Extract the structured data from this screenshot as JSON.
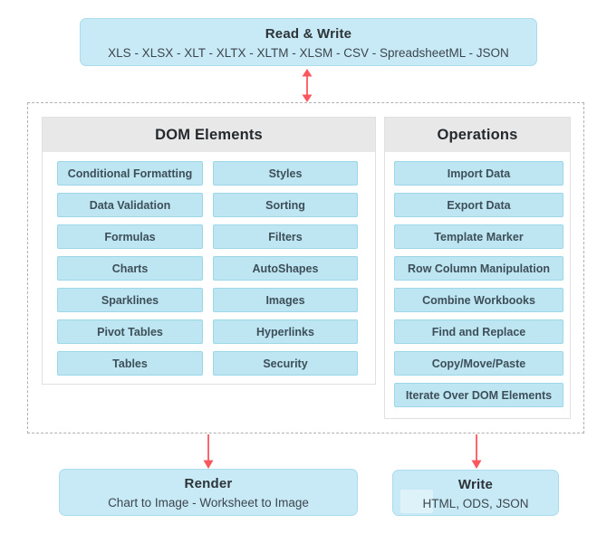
{
  "colors": {
    "box_fill": "#c8eaf6",
    "box_border": "#a9dcee",
    "item_fill": "#bee5f2",
    "item_border": "#9cd6e9",
    "panel_bg": "#ffffff",
    "panel_border": "#e0e0e0",
    "panel_header_bg": "#e8e8e8",
    "dashed_border": "#b0b0b0",
    "arrow": "#f9575e",
    "heading_text": "#2d3439",
    "item_text": "#3d4f59",
    "subtitle_text": "#3c464d"
  },
  "icons": {
    "read_write_link": "double-headed-vertical-arrow",
    "render_link": "down-arrow",
    "write_link": "down-arrow"
  },
  "top_box": {
    "title": "Read & Write",
    "formats": "XLS - XLSX - XLT - XLTX - XLTM - XLSM - CSV -  SpreadsheetML - JSON"
  },
  "dom_panel": {
    "title": "DOM Elements",
    "left_items": [
      "Conditional Formatting",
      "Data Validation",
      "Formulas",
      "Charts",
      "Sparklines",
      "Pivot Tables",
      "Tables"
    ],
    "right_items": [
      "Styles",
      "Sorting",
      "Filters",
      "AutoShapes",
      "Images",
      "Hyperlinks",
      "Security"
    ]
  },
  "operations_panel": {
    "title": "Operations",
    "items": [
      "Import Data",
      "Export Data",
      "Template Marker",
      "Row Column Manipulation",
      "Combine Workbooks",
      "Find and Replace",
      "Copy/Move/Paste",
      "Iterate Over DOM Elements"
    ]
  },
  "render_box": {
    "title": "Render",
    "subtitle": "Chart to Image - Worksheet to Image"
  },
  "write_box": {
    "title": "Write",
    "subtitle": "HTML, ODS, JSON"
  }
}
